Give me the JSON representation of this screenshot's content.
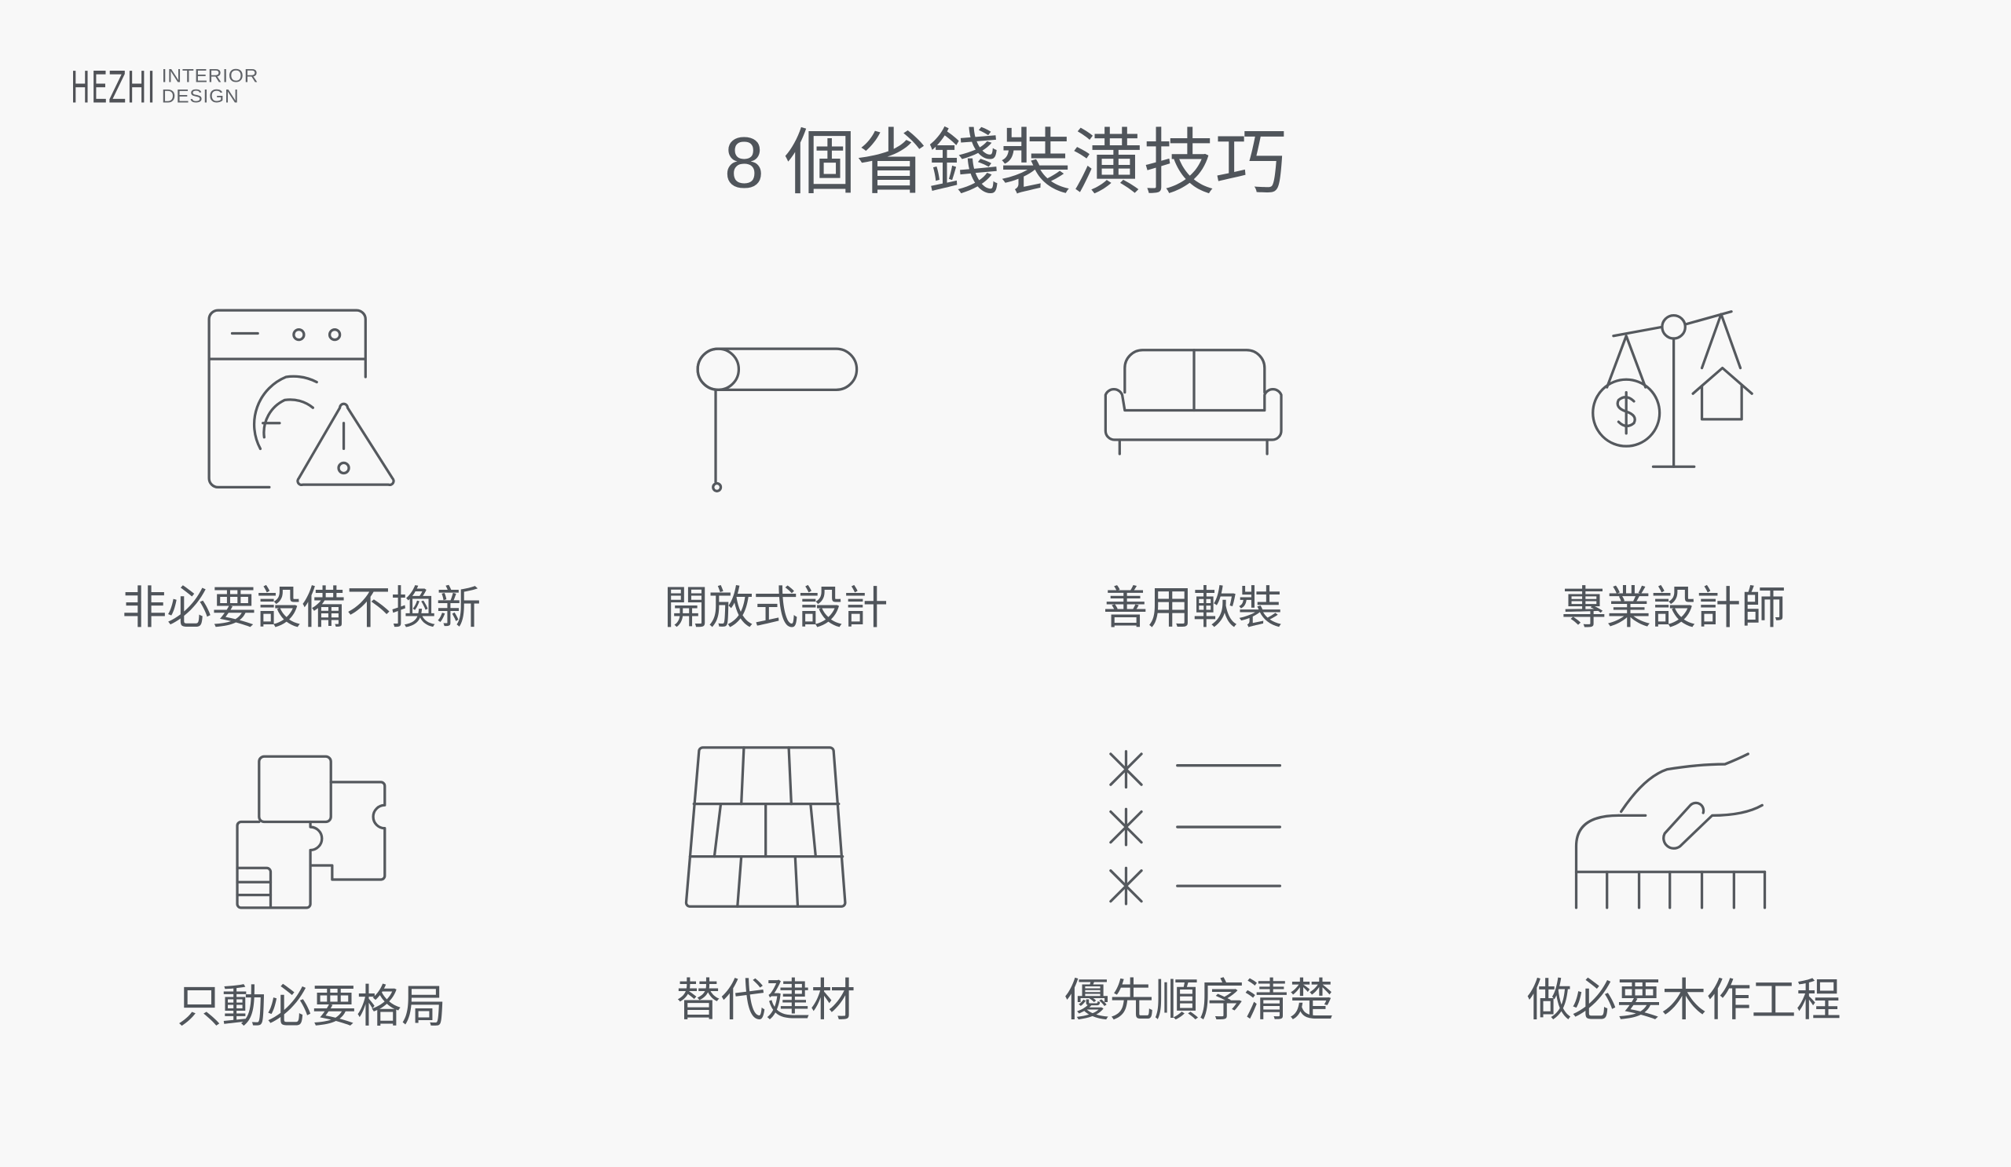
{
  "brand": {
    "mark": "HEZHI",
    "line1": "INTERIOR",
    "line2": "DESIGN"
  },
  "title": "8 個省錢裝潢技巧",
  "tips": [
    {
      "label": "非必要設備不換新",
      "icon": "washing-machine-warning-icon"
    },
    {
      "label": "開放式設計",
      "icon": "roller-blind-icon"
    },
    {
      "label": "善用軟裝",
      "icon": "sofa-icon"
    },
    {
      "label": "專業設計師",
      "icon": "balance-scale-icon"
    },
    {
      "label": "只動必要格局",
      "icon": "floor-plan-puzzle-icon"
    },
    {
      "label": "替代建材",
      "icon": "floor-tiles-icon"
    },
    {
      "label": "優先順序清楚",
      "icon": "priority-list-icon"
    },
    {
      "label": "做必要木作工程",
      "icon": "hand-on-mattress-icon"
    }
  ]
}
